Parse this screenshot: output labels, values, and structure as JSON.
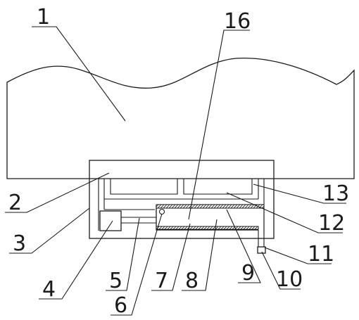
{
  "diagram": {
    "callouts": [
      {
        "id": "1",
        "label": "1"
      },
      {
        "id": "2",
        "label": "2"
      },
      {
        "id": "3",
        "label": "3"
      },
      {
        "id": "4",
        "label": "4"
      },
      {
        "id": "5",
        "label": "5"
      },
      {
        "id": "6",
        "label": "6"
      },
      {
        "id": "7",
        "label": "7"
      },
      {
        "id": "8",
        "label": "8"
      },
      {
        "id": "9",
        "label": "9"
      },
      {
        "id": "10",
        "label": "10"
      },
      {
        "id": "11",
        "label": "11"
      },
      {
        "id": "12",
        "label": "12"
      },
      {
        "id": "13",
        "label": "13"
      },
      {
        "id": "16",
        "label": "16"
      }
    ]
  }
}
